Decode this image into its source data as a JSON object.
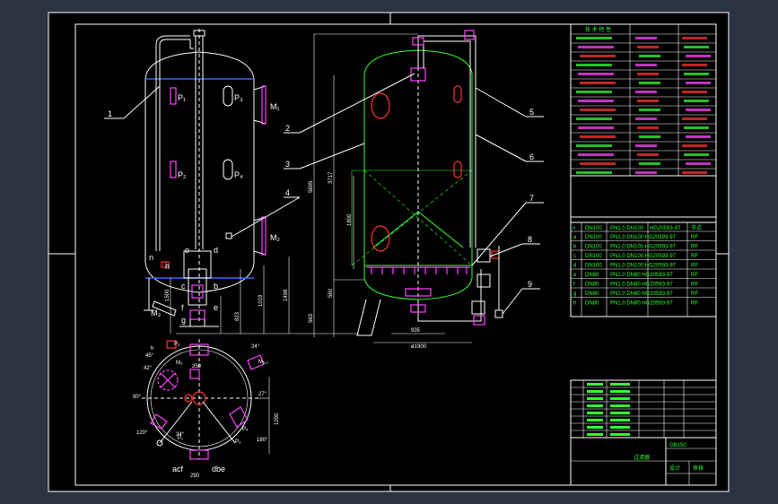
{
  "drawing": {
    "part_numbers": [
      "1",
      "2",
      "3",
      "4",
      "5",
      "6",
      "7",
      "8",
      "9"
    ],
    "nozzle_labels": {
      "P1": "P₁",
      "P2": "P₂",
      "P3": "P₃",
      "P4": "P₄",
      "M1": "M₁",
      "M2": "M₂",
      "M3": "M₃",
      "a": "a",
      "b": "b",
      "c": "c",
      "d": "d",
      "e": "e",
      "f": "f",
      "g": "g",
      "h": "h",
      "n": "n",
      "o": "o"
    },
    "dimensions": [
      "5695",
      "3717",
      "1800",
      "560",
      "563",
      "1498",
      "1019",
      "823",
      "1500",
      "935",
      "ø1900",
      "250",
      "1290",
      "290"
    ],
    "plan_labels": [
      "P₂",
      "M₃",
      "M₁,₂",
      "P₁",
      "P₃",
      "P₄",
      "acf",
      "dbe",
      "h",
      "250",
      "27°",
      "120°",
      "90°",
      "180°",
      "34°",
      "24°",
      "42°",
      "45°"
    ],
    "table_header": [
      "n",
      "DN100",
      "PN1.0 DN100",
      "HG20593-97",
      "节点"
    ],
    "table_rows": [
      [
        "a",
        "DN100",
        "PN1.0 DN100 HG20593-97",
        "RF"
      ],
      [
        "b",
        "DN100",
        "PN1.0 DN100 HG20593-97",
        "RF"
      ],
      [
        "c",
        "DN100",
        "PN1.0 DN100 HG20593-97",
        "RF"
      ],
      [
        "d",
        "DN100",
        "PN1.0 DN100 HG20593-97",
        "RF"
      ],
      [
        "e",
        "DN80",
        "PN1.0 DN80 HG20593-97",
        "RF"
      ],
      [
        "f",
        "DN80",
        "PN1.0 DN80 HG20593-97",
        "RF"
      ],
      [
        "g",
        "DN80",
        "PN1.0 DN80 HG20593-97",
        "RF"
      ],
      [
        "h",
        "DN80",
        "PN1.0 DN80 HG20593-97",
        "RF"
      ]
    ],
    "tech_title": "技 术 特 性",
    "title_block": [
      "GB150",
      "过滤器",
      "设计",
      "审核"
    ]
  },
  "colors": {
    "background": "#2b3340",
    "paper": "#000000",
    "outline": "#ffffff",
    "body": "#33ff33",
    "magenta": "#ff44ff",
    "red": "#ff3333",
    "blue": "#4466ff"
  }
}
